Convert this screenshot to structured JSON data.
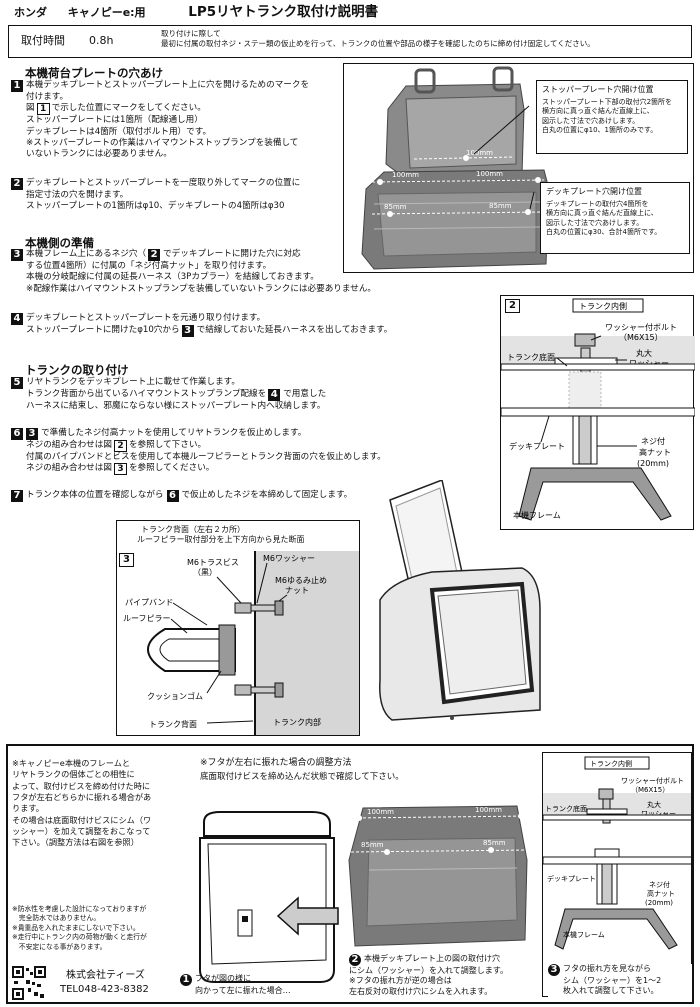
{
  "header": {
    "brand": "ホンダ",
    "model": "キャノピーe:用",
    "title": "LP5リヤトランク取付け説明書"
  },
  "time_box": {
    "label": "取付時間",
    "value": "0.8h",
    "note_line1": "取り付けに際して",
    "note_line2": "最初に付属の取付ネジ・ステー類の仮止めを行って、トランクの位置や部品の様子を確認したのちに締め付け固定してください。"
  },
  "section1": {
    "title": "本機荷台プレートの穴あけ",
    "step1_num": "1",
    "step1_lines": [
      "本機デッキプレートとストッパープレート上に穴を開けるためのマークを",
      "付けます。",
      "図",
      "で示した位置にマークをしてください。",
      "ストッパープレートには1箇所（配線通し用）",
      "デッキプレートは4箇所（取付ボルト用）です。",
      "※ストッパープレートの作業はハイマウントストップランプを装備して",
      "いないトランクには必要ありません。"
    ],
    "step1_fig_ref": "1",
    "step2_num": "2",
    "step2_lines": [
      "デッキプレートとストッパープレートを一度取り外してマークの位置に",
      "指定寸法の穴を開けます。",
      "ストッパープレートの1箇所はφ10、デッキプレートの4箇所はφ30"
    ]
  },
  "section2": {
    "title": "本機側の準備",
    "step3_num": "3",
    "step3_lines": [
      "本機フレーム上にあるネジ穴（",
      "でデッキプレートに開けた穴に対応",
      "する位置4箇所）に付属の「ネジ付高ナット」を取り付けます。",
      "本機の分岐配線に付属の延長ハーネス（3Pカプラー）を結線しておきます。",
      "※配線作業はハイマウントストップランプを装備していないトランクには必要ありません。"
    ],
    "step3_ref": "2",
    "step4_num": "4",
    "step4_lines": [
      "デッキプレートとストッパープレートを元通り取り付けます。",
      "ストッパープレートに開けたφ10穴から",
      "で結線しておいた延長ハーネスを出しておきます。"
    ],
    "step4_ref": "3"
  },
  "section3": {
    "title": "トランクの取り付け",
    "step5_num": "5",
    "step5_lines": [
      "リヤトランクをデッキプレート上に載せて作業します。",
      "トランク背面から出ているハイマウントストップランプ配線を",
      "で用意した",
      "ハーネスに結束し、邪魔にならない様にストッパープレート内へ収納します。"
    ],
    "step5_ref": "4",
    "step6_num": "6",
    "step6_ref": "3",
    "step6_lines": [
      "で準備したネジ付高ナットを使用してリヤトランクを仮止めします。",
      "ネジの組み合わせは図",
      "を参照して下さい。",
      "付属のパイプバンドとビスを使用して本機ルーフピラーとトランク背面の穴を仮止めします。",
      "ネジの組み合わせは図",
      "を参照してください。"
    ],
    "step6_fig_a": "2",
    "step6_fig_b": "3",
    "step7_num": "7",
    "step7_text_a": "トランク本体の位置を確認しながら",
    "step7_ref": "6",
    "step7_text_b": "で仮止めしたネジを本締めして固定します。"
  },
  "fig1": {
    "label": "1",
    "callout1_title": "ストッパープレート穴開け位置",
    "callout1_lines": [
      "ストッパープレート下部の取付穴2箇所を",
      "横方向に真っ直ぐ結んだ直線上に、",
      "図示した寸法で穴あけします。",
      "白丸の位置にφ10、1箇所のみです。"
    ],
    "callout2_title": "デッキプレート穴開け位置",
    "callout2_lines": [
      "デッキプレートの取付穴4箇所を",
      "横方向に真っ直ぐ結んだ直線上に、",
      "図示した寸法で穴あけします。",
      "白丸の位置にφ30、合計4箇所です。"
    ],
    "dim_top": "100mm",
    "dim_mid_l": "100mm",
    "dim_mid_r": "100mm",
    "dim_low_l": "85mm",
    "dim_low_r": "85mm"
  },
  "fig2": {
    "label": "2",
    "title": "トランク内側",
    "washer_bolt": "ワッシャー付ボルト",
    "washer_bolt_size": "（M6X15）",
    "large_washer_1": "丸大",
    "large_washer_2": "ワッシャー",
    "trunk_bottom": "トランク底面",
    "deck_plate": "デッキプレート",
    "nut_1": "ネジ付",
    "nut_2": "高ナット",
    "nut_3": "(20mm)",
    "frame": "本機フレーム"
  },
  "fig3": {
    "label": "3",
    "title1": "トランク背面（左右２カ所）",
    "title2": "ルーフピラー取付部分を上下方向から見た断面",
    "truss_screw_1": "M6トラスビス",
    "truss_screw_2": "（黒）",
    "m6_washer": "M6ワッシャー",
    "lock_nut_1": "M6ゆるみ止め",
    "lock_nut_2": "ナット",
    "pipe_band": "パイプバンド",
    "roof_pillar": "ルーフピラー",
    "cushion_rubber": "クッションゴム",
    "trunk_back": "トランク背面",
    "trunk_inside": "トランク内部"
  },
  "bottom": {
    "left_note": [
      "※キャノピーe本機のフレームと",
      "リヤトランクの個体ごとの相性に",
      "よって、取付けビスを締め付けた時に",
      "フタが左右どちらかに振れる場合があ",
      "ります。",
      "その場合は底面取付けビスにシム（ワ",
      "ッシャー）を加えて調整をおこなって",
      "下さい。（調整方法は右図を参照）"
    ],
    "adjust_title": "※フタが左右に振れた場合の調整方法",
    "adjust_sub": "底面取付けビスを締め込んだ状態で確認して下さい。",
    "waterproof": [
      "※防水性を考慮した設計になっておりますが",
      "　完全防水ではありません。",
      "※貴重品を入れたままにしないで下さい。",
      "※走行中にトランク内の荷物が動くと走行が",
      "　不安定になる事があります。"
    ],
    "company": "株式会社ティーズ",
    "tel": "TEL048-423-8382",
    "caption1_num": "1",
    "caption1": [
      "フタが図の様に",
      "向かって左に振れた場合…"
    ],
    "caption2_num": "2",
    "caption2": [
      "本機デッキプレート上の図の取付け穴",
      "にシム（ワッシャー）を入れて調整します。",
      "※フタの振れ方が逆の場合は",
      "左右反対の取付け穴にシムを入れます。"
    ],
    "caption3_num": "3",
    "caption3": [
      "フタの振れ方を見ながら",
      "シム（ワッシャー）を1〜2",
      "枚入れて調整して下さい。"
    ],
    "mini_title": "トランク内側",
    "mini_bolt": "ワッシャー付ボルト",
    "mini_bolt_size": "（M6X15）",
    "mini_washer_1": "丸大",
    "mini_washer_2": "ワッシャー",
    "mini_bottom": "トランク底面",
    "mini_deck": "デッキプレート",
    "mini_nut_1": "ネジ付",
    "mini_nut_2": "高ナット",
    "mini_nut_3": "(20mm)",
    "mini_frame": "本機フレーム",
    "dim_l": "100mm",
    "dim_r": "100mm",
    "dim_ll": "85mm",
    "dim_lr": "85mm"
  }
}
